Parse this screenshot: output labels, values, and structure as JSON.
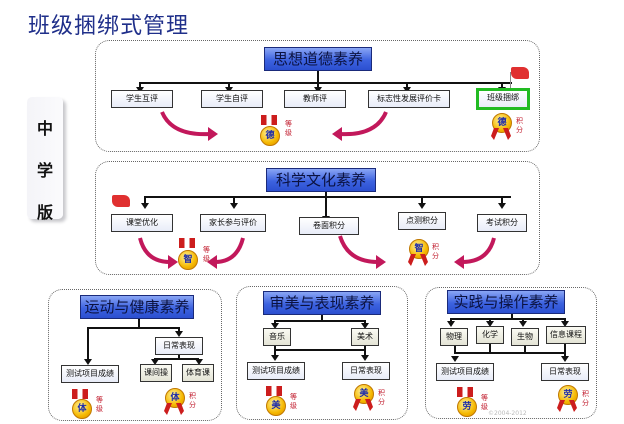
{
  "title": "班级捆绑式管理",
  "side_label": [
    "中",
    "学",
    "版"
  ],
  "sections": {
    "moral": {
      "header": "思想道德素养",
      "nodes": [
        "学生互评",
        "学生自评",
        "教师评",
        "标志性发展评价卡",
        "班级捆绑"
      ],
      "medal_grade": {
        "char": "德",
        "label": [
          "等",
          "级"
        ]
      },
      "medal_points": {
        "char": "德",
        "label": [
          "积",
          "分"
        ]
      }
    },
    "science": {
      "header": "科学文化素养",
      "nodes": [
        "课堂优化",
        "家长参与评价",
        "卷面积分",
        "点测积分",
        "考试积分"
      ],
      "medal_grade": {
        "char": "智",
        "label": [
          "等",
          "级"
        ]
      },
      "medal_points": {
        "char": "智",
        "label": [
          "积",
          "分"
        ]
      }
    },
    "sports": {
      "header": "运动与健康素养",
      "nodes": [
        "测试项目成绩",
        "日常表现",
        "课间操",
        "体育课"
      ],
      "medal_grade": {
        "char": "体",
        "label": [
          "等",
          "级"
        ]
      },
      "medal_points": {
        "char": "体",
        "label": [
          "积",
          "分"
        ]
      }
    },
    "arts": {
      "header": "审美与表现素养",
      "nodes": [
        "音乐",
        "美术",
        "测试项目成绩",
        "日常表现"
      ],
      "medal_grade": {
        "char": "美",
        "label": [
          "等",
          "级"
        ]
      },
      "medal_points": {
        "char": "美",
        "label": [
          "积",
          "分"
        ]
      }
    },
    "practice": {
      "header": "实践与操作素养",
      "nodes": [
        "物理",
        "化学",
        "生物",
        "信息课程",
        "测试项目成绩",
        "日常表现"
      ],
      "medal_grade": {
        "char": "劳",
        "label": [
          "等",
          "级"
        ]
      },
      "medal_points": {
        "char": "劳",
        "label": [
          "积",
          "分"
        ]
      }
    }
  },
  "copyright": "©2004-2012"
}
